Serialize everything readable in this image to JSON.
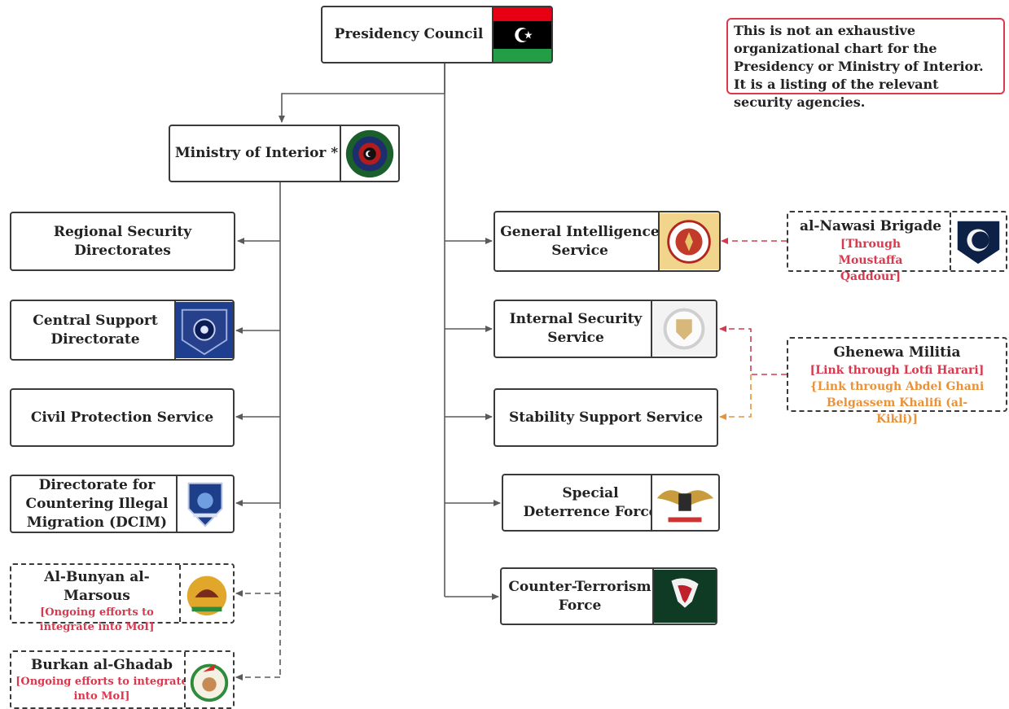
{
  "note": "This is not an exhaustive organizational chart for the Presidency or Ministry of Interior. It is a listing of the relevant security agencies.",
  "nodes": {
    "presidency": "Presidency Council",
    "interior": "Ministry of Interior *",
    "regional": "Regional Security Directorates",
    "central": "Central Support Directorate",
    "civil": "Civil Protection Service",
    "dcim": "Directorate for Countering Illegal Migration (DCIM)",
    "bunyan": {
      "name": "Al-Bunyan al-Marsous",
      "note": "[Ongoing efforts to integrate into MoI]"
    },
    "burkan": {
      "name": "Burkan al-Ghadab",
      "note": "[Ongoing efforts to integrate into MoI]"
    },
    "gis": "General Intelligence Service",
    "iss": "Internal Security Service",
    "sss": "Stability Support Service",
    "sdf": "Special Deterrence Force",
    "ctf": "Counter-Terrorism Force",
    "nawasi": {
      "name": "al-Nawasi Brigade",
      "note": "[Through Moustaffa Qaddour]"
    },
    "ghenewa": {
      "name": "Ghenewa Militia",
      "note1": "[Link through Lotfi Harari]",
      "note2": "{Link through Abdel Ghani Belgassem Khalifi (al-Kikli)]"
    }
  },
  "colors": {
    "line": "#5a5a5a",
    "red_link": "#d9394e",
    "orange_link": "#e8923a",
    "flag_red": "#e70013",
    "flag_black": "#000000",
    "flag_green": "#239e46"
  }
}
